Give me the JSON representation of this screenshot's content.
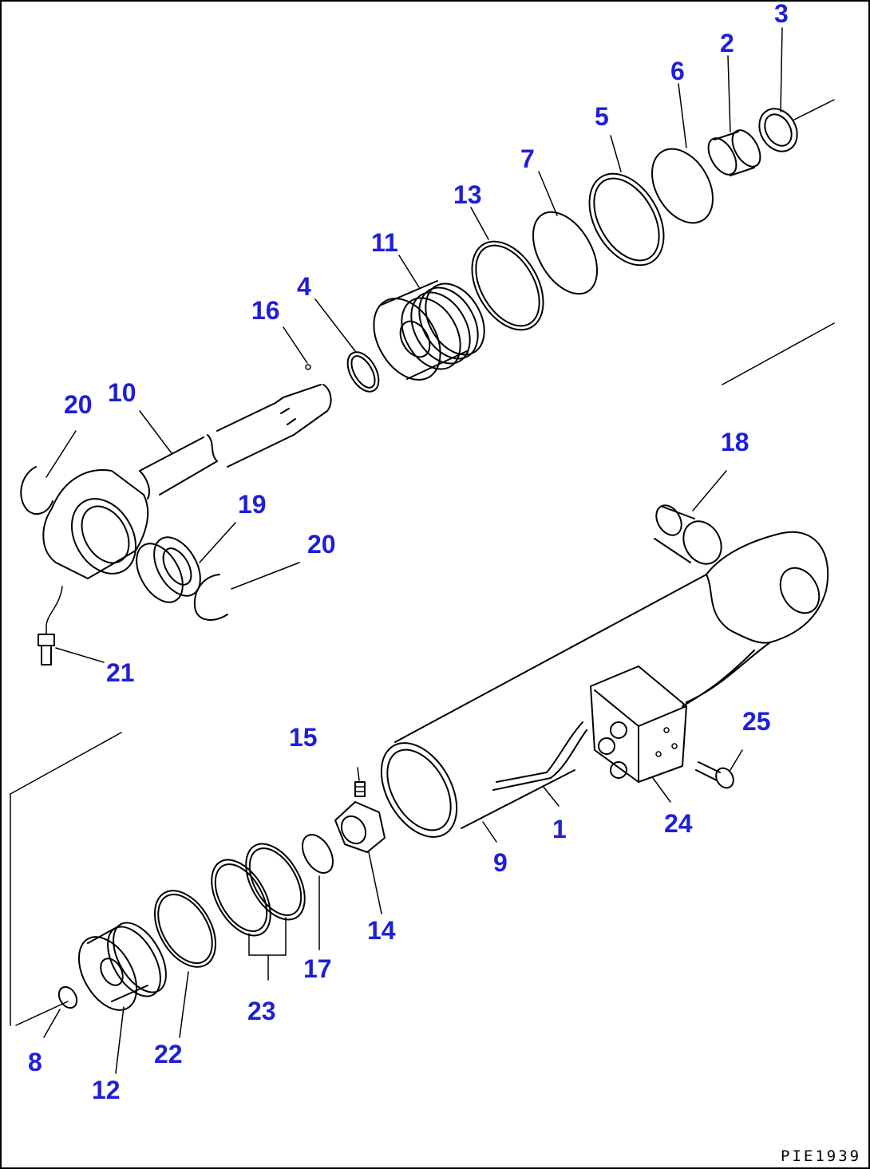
{
  "labels": {
    "p1": "1",
    "p2": "2",
    "p3": "3",
    "p4": "4",
    "p5": "5",
    "p6": "6",
    "p7": "7",
    "p8": "8",
    "p9": "9",
    "p10": "10",
    "p11": "11",
    "p12": "12",
    "p13": "13",
    "p14": "14",
    "p15": "15",
    "p16": "16",
    "p17": "17",
    "p18": "18",
    "p19": "19",
    "p20a": "20",
    "p20b": "20",
    "p21": "21",
    "p22": "22",
    "p23": "23",
    "p24": "24",
    "p25": "25"
  },
  "drawing_code": "PIE1939",
  "colors": {
    "label": "#1f1fd6",
    "line": "#000000"
  }
}
